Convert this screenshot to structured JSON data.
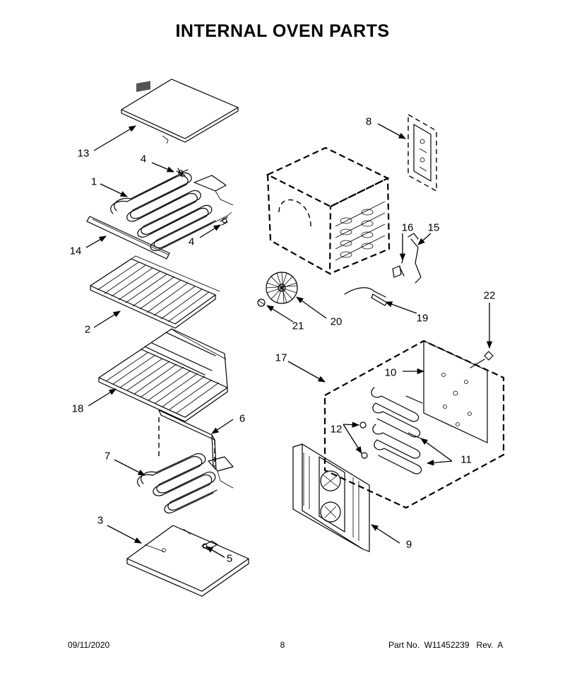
{
  "title": "INTERNAL OVEN PARTS",
  "callouts": {
    "c1": "1",
    "c2": "2",
    "c3": "3",
    "c4a": "4",
    "c4b": "4",
    "c5": "5",
    "c6": "6",
    "c7": "7",
    "c8": "8",
    "c9": "9",
    "c10": "10",
    "c11": "11",
    "c12": "12",
    "c13": "13",
    "c14": "14",
    "c15": "15",
    "c16": "16",
    "c17": "17",
    "c18": "18",
    "c19": "19",
    "c20": "20",
    "c21": "21",
    "c22": "22"
  },
  "footer": {
    "date": "09/11/2020",
    "page": "8",
    "part": "Part No.  W11452239   Rev.  A"
  }
}
